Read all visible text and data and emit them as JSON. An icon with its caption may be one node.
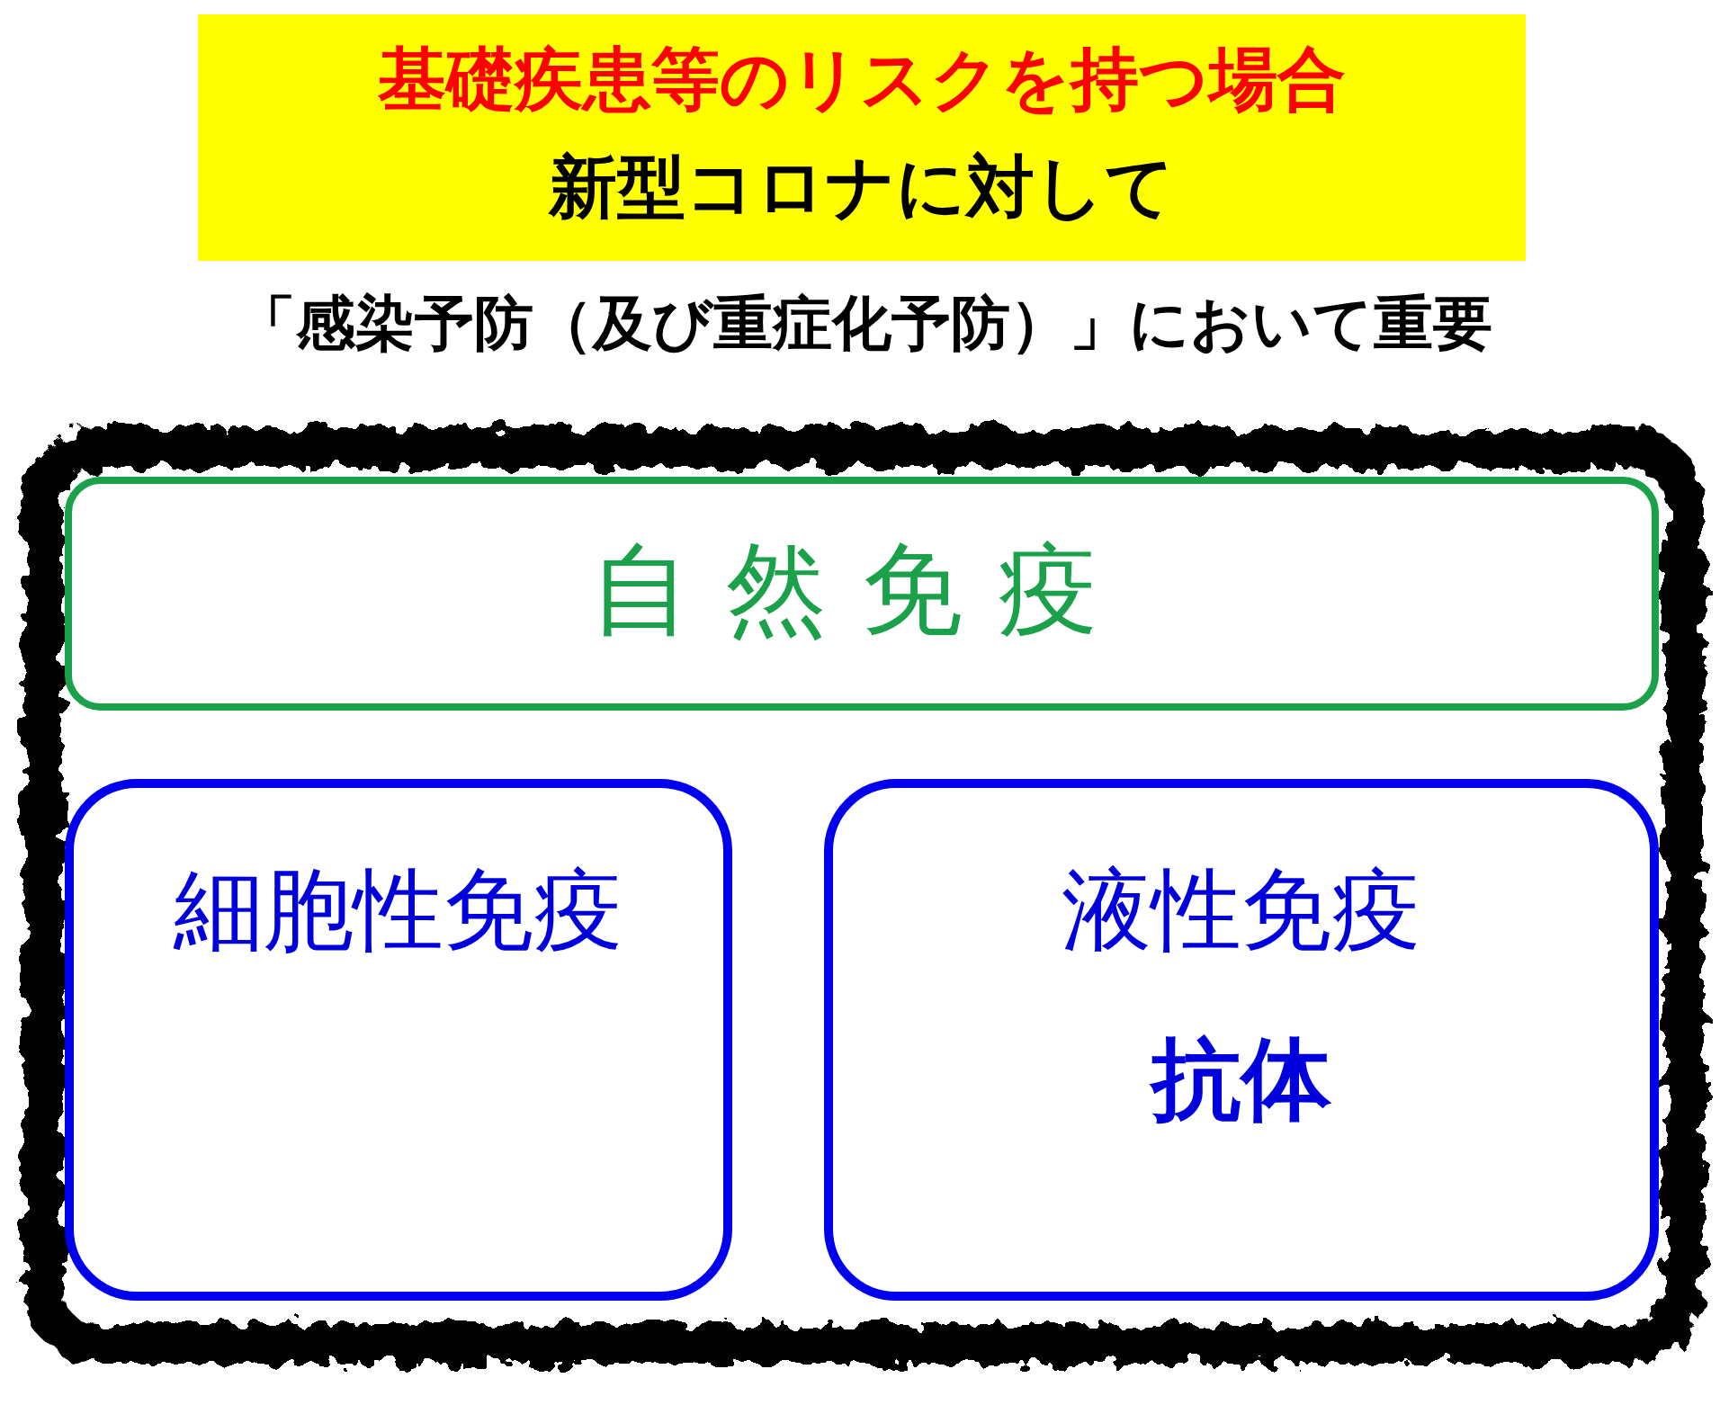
{
  "diagram": {
    "nodes": [
      {
        "text": [
          "基礎疾患等のリスクを持つ場合",
          "新型コロナに対して"
        ]
      },
      {
        "text": [],
        "shape": "box"
      },
      {
        "text": [
          "自然免疫"
        ],
        "in": 1
      },
      {
        "text": [
          "細胞性免疫"
        ],
        "in": 1
      },
      {
        "text": [
          "液性免疫",
          "抗体"
        ],
        "in": 1
      }
    ],
    "labels": [
      "「感染予防（及び重症化予防）」において重要"
    ]
  }
}
